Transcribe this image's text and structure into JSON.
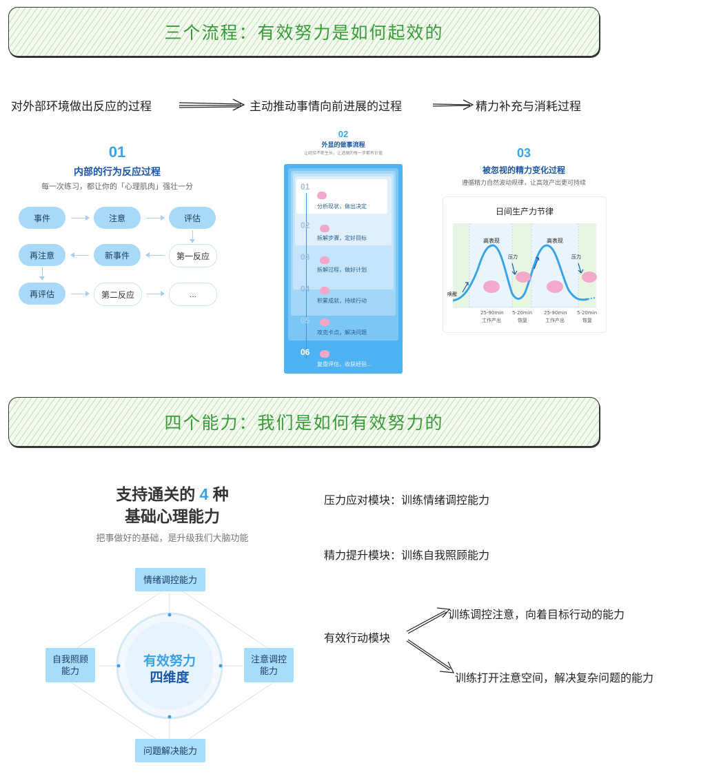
{
  "banner1": {
    "title": "三个流程：有效努力是如何起效的"
  },
  "flow": {
    "step1": "对外部环境做出反应的过程",
    "step2": "主动推动事情向前进展的过程",
    "step3": "精力补充与消耗过程"
  },
  "sec01": {
    "num": "01",
    "title": "内部的行为反应过程",
    "subtitle": "每一次练习，都让你的「心理肌肉」强壮一分",
    "nodes": [
      "事件",
      "注意",
      "评估",
      "第一反应",
      "新事件",
      "再注意",
      "再评估",
      "第二反应",
      "..."
    ]
  },
  "sec02": {
    "num": "02",
    "title": "外显的做事流程",
    "subtitle": "让经验不断生长，让进展的每一步都有价值",
    "steps": [
      {
        "num": "01",
        "text": "分析现状，做出决定"
      },
      {
        "num": "02",
        "text": "拆解步骤，定好目标"
      },
      {
        "num": "03",
        "text": "拆解过程，做好计划"
      },
      {
        "num": "04",
        "text": "积累成就，持续行动"
      },
      {
        "num": "05",
        "text": "攻克卡点，解决问题"
      },
      {
        "num": "06",
        "text": "复盘评估，收获经验..."
      }
    ]
  },
  "sec03": {
    "num": "03",
    "title": "被忽视的精力变化过程",
    "subtitle": "遵循精力自然波动规律，让高效产出更可持续",
    "chart_title": "日间生产力节律",
    "labels": {
      "peak1": "高表现",
      "peak2": "高表现",
      "pressure1": "压力",
      "pressure2": "压力",
      "wake": "唤醒",
      "work_dur1": "25-90min",
      "work1": "工作产出",
      "rest_dur1": "5-20min",
      "rest1": "恢复",
      "work_dur2": "25-90min",
      "work2": "工作产出",
      "rest_dur2": "5-20min",
      "rest2": "恢复"
    }
  },
  "banner2": {
    "title": "四个能力：我们是如何有效努力的"
  },
  "ability": {
    "headline_pre": "支持通关的",
    "headline_num": "4",
    "headline_post": "种",
    "headline_line2": "基础心理能力",
    "subtitle": "把事做好的基础，是升级我们大脑功能",
    "center_line1": "有效努力",
    "center_line2": "四维度",
    "top": "情绪调控能力",
    "left_line1": "自我照顾",
    "left_line2": "能力",
    "right_line1": "注意调控",
    "right_line2": "能力",
    "bottom": "问题解决能力"
  },
  "modules": {
    "m1": "压力应对模块：训练情绪调控能力",
    "m2": "精力提升模块：训练自我照顾能力",
    "m3": "有效行动模块",
    "m3a": "训练调控注意，向着目标行动的能力",
    "m3b": "训练打开注意空间，解决复杂问题的能力"
  },
  "colors": {
    "accent": "#3aa2e8",
    "banner_text": "#3a9a3a",
    "pill": "#a8d9f8"
  }
}
